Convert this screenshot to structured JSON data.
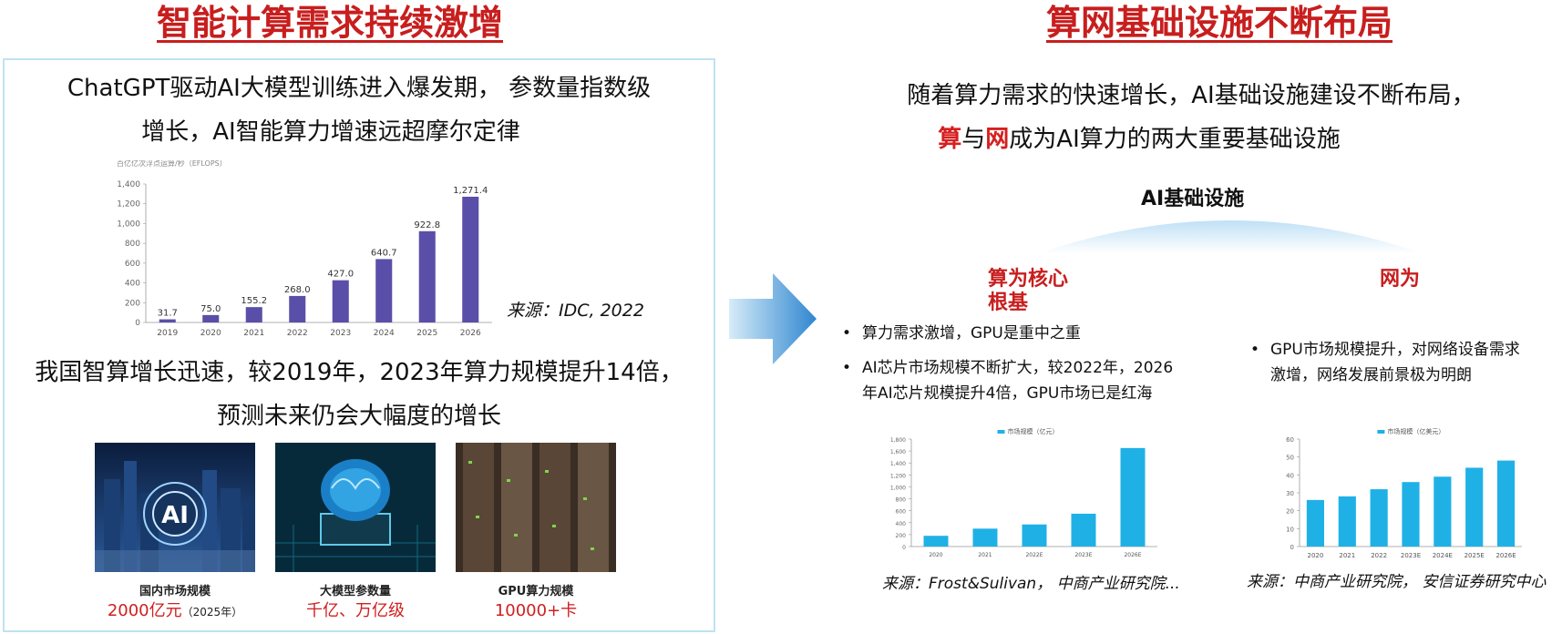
{
  "left": {
    "title": "智能计算需求持续激增",
    "intro_line1": "ChatGPT驱动AI大模型训练进入爆发期， 参数量指数级",
    "intro_line2": "增长，AI智能算力增速远超摩尔定律",
    "chart_source": "来源：IDC, 2022",
    "growth_line1": "我国智算增长迅速，较2019年，2023年算力规模提升14倍，",
    "growth_line2": "预测未来仍会大幅度的增长",
    "cards": [
      {
        "title": "国内市场规模",
        "value": "2000亿元",
        "note": "（2025年）"
      },
      {
        "title": "大模型参数量",
        "value": "千亿、万亿级"
      },
      {
        "title": "GPU算力规模",
        "value": "10000+卡"
      }
    ]
  },
  "right": {
    "title": "算网基础设施不断布局",
    "intro_line1": "随着算力需求的快速增长，AI基础设施建设不断布局，",
    "intro_line2_a": "算",
    "intro_line2_b": "与",
    "intro_line2_c": "网",
    "intro_line2_d": "成为AI算力的两大重要基础设施",
    "infra_label": "AI基础设施",
    "pillar_left_line1": "算为核心",
    "pillar_left_line2": "根基",
    "pillar_right": "网为",
    "bullets_left": [
      "算力需求激增，GPU是重中之重",
      "AI芯片市场规模不断扩大，较2022年，2026年AI芯片规模提升4倍，GPU市场已是红海"
    ],
    "bullets_left_wrap": [
      "AI芯片市场规模不断扩大，较2022年，2026",
      "年AI芯片规模提升4倍，GPU市场已是红海"
    ],
    "bullets_right_wrap": [
      "GPU市场规模提升，对网络设备需求",
      "激增，网络发展前景极为明朗"
    ],
    "source_left": "来源：Frost&Sulivan， 中商产业研究院...",
    "source_right": "来源：中商产业研究院， 安信证券研究中心"
  },
  "colors": {
    "accent_red": "#c81e1e",
    "bar_purple": "#5a4fa8",
    "bar_cyan": "#1fb1e6"
  },
  "chart_data": [
    {
      "type": "bar",
      "title": "",
      "ylabel": "百亿亿次浮点运算/秒（EFLOPS）",
      "categories": [
        "2019",
        "2020",
        "2021",
        "2022",
        "2023",
        "2024",
        "2025",
        "2026"
      ],
      "values": [
        31.7,
        75.0,
        155.2,
        268.0,
        427.0,
        640.7,
        922.8,
        1271.4
      ],
      "value_labels": [
        "31.7",
        "75.0",
        "155.2",
        "268.0",
        "427.0",
        "640.7",
        "922.8",
        "1,271.4"
      ],
      "ylim": [
        0,
        1400
      ],
      "yticks": [
        "0",
        "200",
        "400",
        "600",
        "800",
        "1,000",
        "1,200",
        "1,400"
      ]
    },
    {
      "type": "bar",
      "legend": "市场规模（亿元）",
      "categories": [
        "2020",
        "2021",
        "2022E",
        "2023E",
        "2026E"
      ],
      "values": [
        180,
        300,
        370,
        550,
        1650
      ],
      "ylim": [
        0,
        1800
      ],
      "yticks": [
        "0",
        "200",
        "400",
        "600",
        "800",
        "1,000",
        "1,200",
        "1,400",
        "1,600",
        "1,800"
      ]
    },
    {
      "type": "bar",
      "legend": "市场规模（亿美元）",
      "categories": [
        "2020",
        "2021",
        "2022",
        "2023E",
        "2024E",
        "2025E",
        "2026E"
      ],
      "values": [
        26,
        28,
        32,
        36,
        39,
        44,
        48
      ],
      "ylim": [
        0,
        60
      ],
      "yticks": [
        "0",
        "10",
        "20",
        "30",
        "40",
        "50",
        "60"
      ]
    }
  ]
}
